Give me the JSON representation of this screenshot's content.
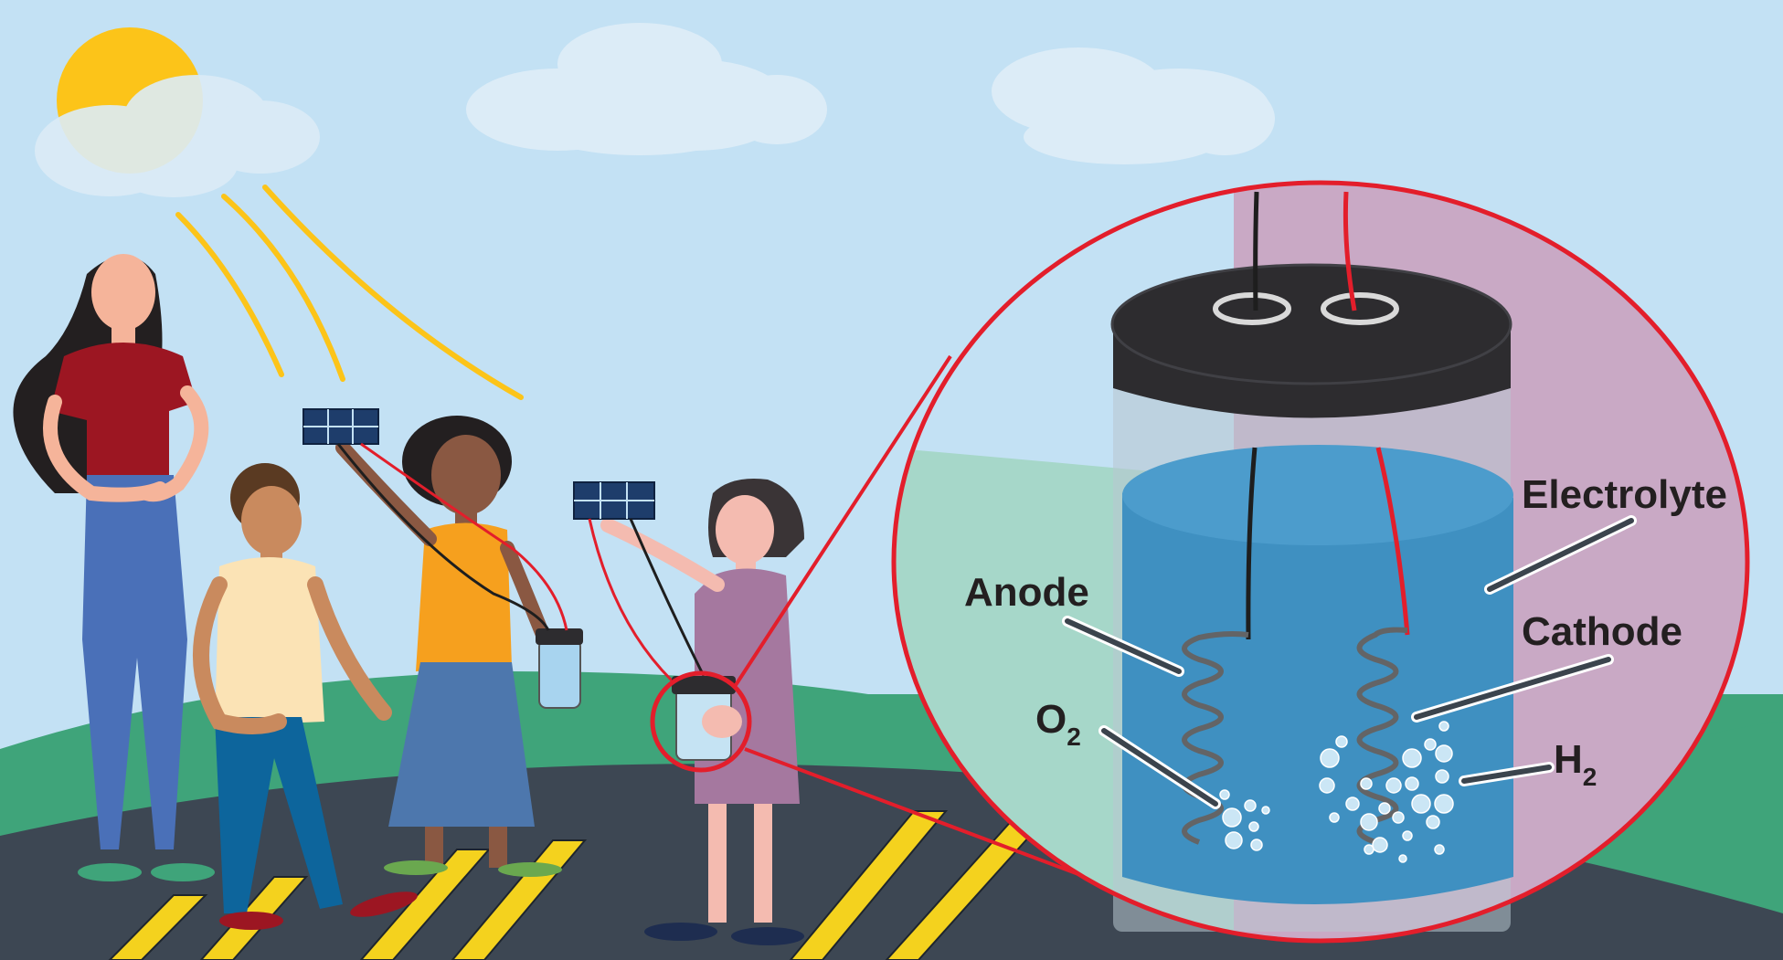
{
  "labels": {
    "electrolyte": "Electrolyte",
    "anode": "Anode",
    "cathode": "Cathode",
    "oxygen_main": "O",
    "oxygen_sub": "2",
    "hydrogen_main": "H",
    "hydrogen_sub": "2"
  },
  "colors": {
    "sky": "#c3e1f4",
    "sun": "#fcc419",
    "grass": "#3fa47a",
    "road": "#3d4753",
    "road_stripe": "#f4d21e",
    "zoom_ring": "#e31e2b",
    "jar_lid": "#2d2c2f",
    "electrolyte": "#3f90c1",
    "wire_red": "#e31e2b",
    "wire_black": "#1e1e1e",
    "solar_panel": "#1e3d6b"
  },
  "icons": [
    "sun-icon",
    "cloud-icon",
    "solar-panel-icon",
    "jar-icon",
    "coil-electrode-icon",
    "bubble-icon"
  ]
}
